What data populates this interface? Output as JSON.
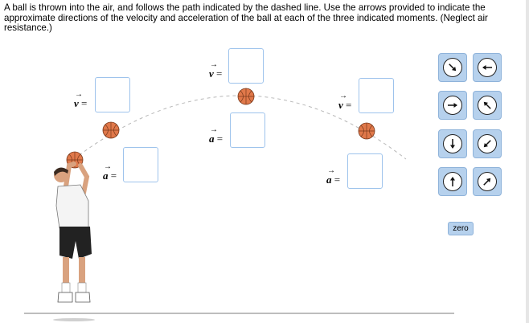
{
  "question": {
    "text": "A ball is thrown into the air, and follows the path indicated by the dashed line. Use the arrows provided to indicate the approximate directions of the velocity and acceleration of the ball at each of the three indicated moments. (Neglect air resistance.)"
  },
  "labels": {
    "velocity_symbol": "v",
    "acceleration_symbol": "a",
    "vector_arrow": "→",
    "equals": "="
  },
  "palette": {
    "tiles": [
      {
        "icon": "arrow-down-right-icon"
      },
      {
        "icon": "arrow-left-icon"
      },
      {
        "icon": "arrow-right-icon"
      },
      {
        "icon": "arrow-up-left-icon"
      },
      {
        "icon": "arrow-down-icon"
      },
      {
        "icon": "arrow-down-left-icon"
      },
      {
        "icon": "arrow-up-icon"
      },
      {
        "icon": "arrow-up-right-icon"
      }
    ],
    "zero_label": "zero"
  },
  "colors": {
    "tile_bg": "#b6d1ed",
    "dropzone_border": "#9ec3ec",
    "ball": "#e0784a",
    "path": "#b8b8b8"
  }
}
